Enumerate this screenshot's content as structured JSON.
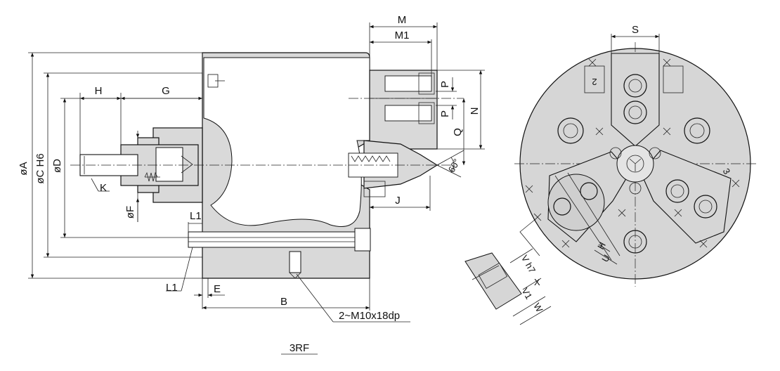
{
  "colors": {
    "body_fill": "#d9d9d9",
    "line": "#111111"
  },
  "labels": {
    "M": "M",
    "M1": "M1",
    "S": "S",
    "H": "H",
    "G": "G",
    "P_top": "P",
    "P_bottom": "P",
    "N": "N",
    "Q": "Q",
    "angle": "60°",
    "OA": "øA",
    "OC_H6": "øC  H6",
    "OD": "øD",
    "K": "K",
    "OF": "øF",
    "L1_top": "L1",
    "L1_bottom": "L1",
    "E": "E",
    "B": "B",
    "J": "J",
    "thread_note": "2~M10x18dp",
    "model": "3RF",
    "face_H": "H",
    "face_U": "U",
    "detail_V_h7": "V h7",
    "detail_X": "X",
    "detail_V1": "V1",
    "detail_W": "W",
    "jaw_2": "2",
    "jaw_3": "3"
  }
}
